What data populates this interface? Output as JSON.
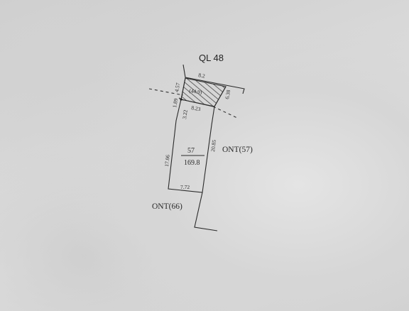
{
  "road": {
    "label": "QL 48"
  },
  "parcel": {
    "number": "57",
    "area": "169.8"
  },
  "corridor": {
    "area": "(44.9)"
  },
  "neighbors": {
    "right": "ONT(57)",
    "left_bottom": "ONT(66)"
  },
  "dimensions": {
    "top_width": "8.2",
    "left_top": "4.57",
    "right_top": "6.38",
    "left_mid": "1.89",
    "inner_width": "8.23",
    "left_inner": "3.22",
    "left_long": "17.06",
    "right_long": "20.85",
    "bottom_width": "7.72"
  }
}
